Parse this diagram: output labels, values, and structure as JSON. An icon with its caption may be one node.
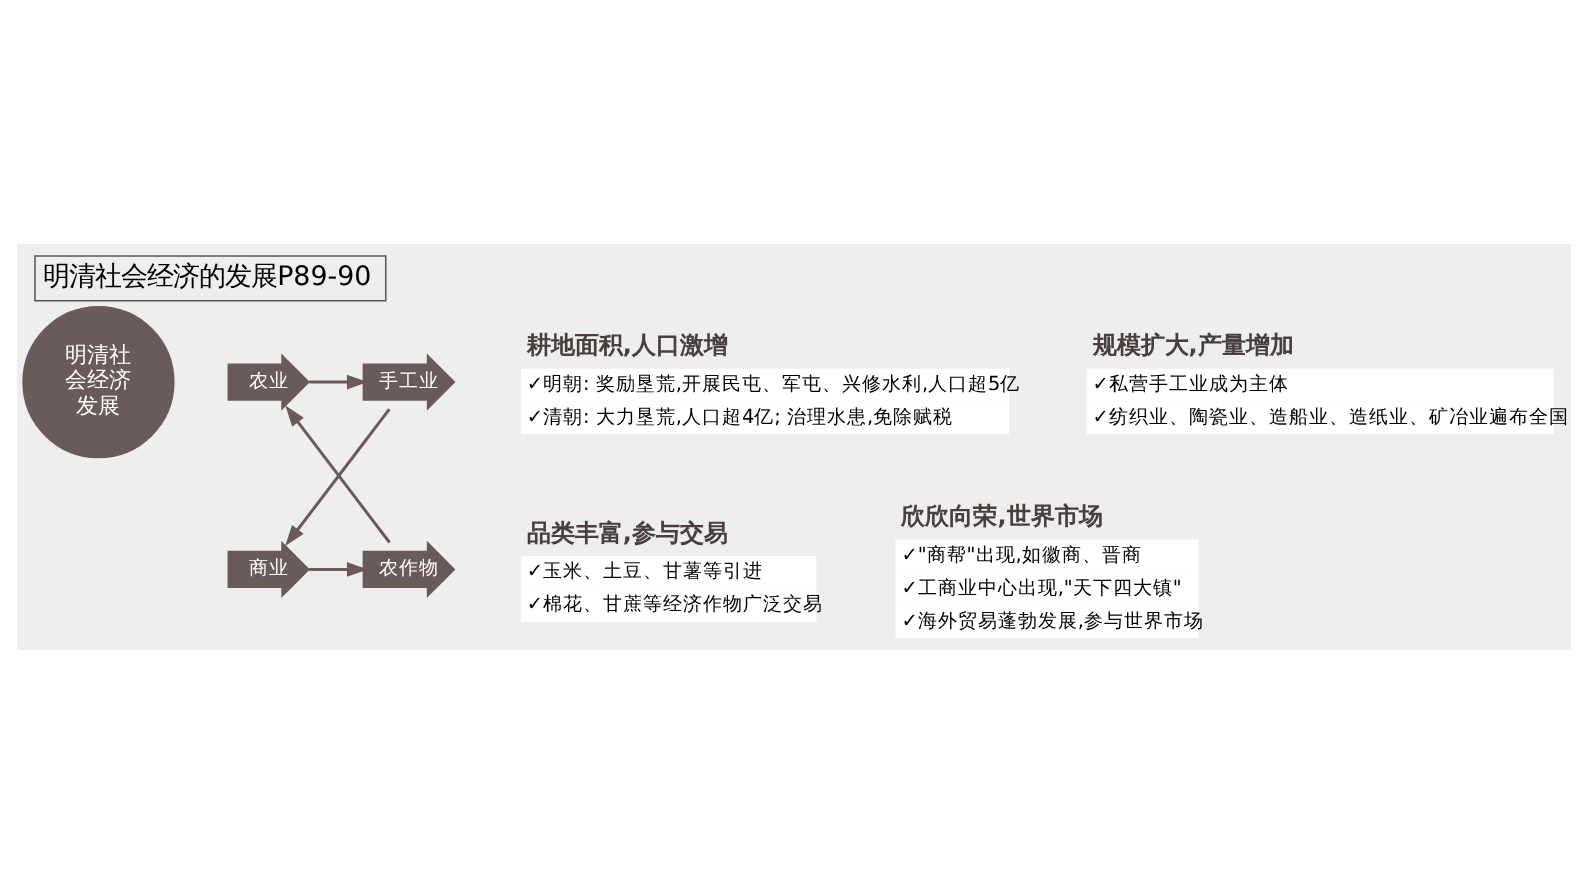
{
  "diagram": {
    "title": "明清社会经济的发展P89-90",
    "nodes": [
      {
        "text": [
          "明清社会经济发展"
        ]
      },
      {
        "text": [
          "农业"
        ]
      },
      {
        "text": [
          "手工业"
        ]
      },
      {
        "text": [
          "商业"
        ]
      },
      {
        "text": [
          "农作物"
        ]
      },
      {
        "text": [
          "耕地面积,人口激增",
          "✓明朝: 奖励垦荒,开展民屯、军屯、兴修水利,人口超5亿",
          "✓清朝: 大力垦荒,人口超4亿; 治理水患,免除赋税"
        ]
      },
      {
        "text": [
          "规模扩大,产量增加",
          "✓私营手工业成为主体",
          "✓纺织业、陶瓷业、造船业、造纸业、矿冶业遍布全国"
        ]
      },
      {
        "text": [
          "品类丰富,参与交易",
          "✓玉米、土豆、甘薯等引进",
          "✓棉花、甘蔗等经济作物广泛交易"
        ]
      },
      {
        "text": [
          "欣欣向荣,世界市场",
          "✓\"商帮\"出现,如徽商、晋商",
          "✓工商业中心出现,\"天下四大镇\"",
          "✓海外贸易蓬勃发展,参与世界市场"
        ]
      }
    ],
    "edges": [
      {
        "from": 1,
        "to": 2,
        "arrow": "to"
      },
      {
        "from": 2,
        "to": 3,
        "arrow": "to"
      },
      {
        "from": 3,
        "to": 4,
        "arrow": "to"
      },
      {
        "from": 4,
        "to": 1,
        "arrow": "to"
      }
    ]
  }
}
